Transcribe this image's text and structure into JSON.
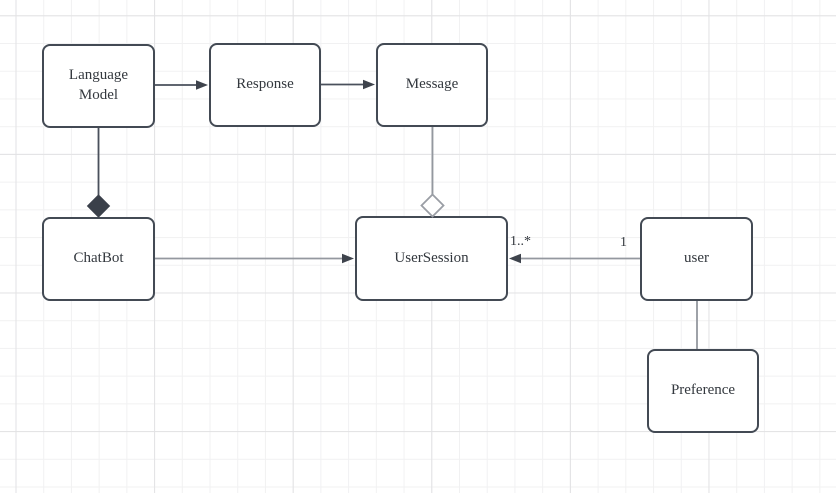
{
  "canvas": {
    "background": "#ffffff",
    "grid_minor_color": "#f1f1f2",
    "grid_major_color": "#e2e2e4"
  },
  "colors": {
    "node_border": "#434a54",
    "node_fill": "#ffffff",
    "text": "#33383e",
    "edge_dark": "#4a505c",
    "edge_light": "#94989f",
    "arrowhead": "#3e434c",
    "diamond_filled": "#3a404a",
    "diamond_hollow_stroke": "#9a9ea5",
    "diamond_hollow_fill": "#ffffff"
  },
  "diagram": {
    "nodes": [
      {
        "id": "language-model",
        "label": "Language Model"
      },
      {
        "id": "response",
        "label": "Response"
      },
      {
        "id": "message",
        "label": "Message"
      },
      {
        "id": "chatbot",
        "label": "ChatBot"
      },
      {
        "id": "user-session",
        "label": "UserSession"
      },
      {
        "id": "user",
        "label": "user"
      },
      {
        "id": "preference",
        "label": "Preference"
      }
    ],
    "edges": [
      {
        "from": "language-model",
        "to": "response",
        "type": "directed-arrow"
      },
      {
        "from": "response",
        "to": "message",
        "type": "directed-arrow"
      },
      {
        "from": "language-model",
        "to": "chatbot",
        "type": "composition-filled-diamond"
      },
      {
        "from": "message",
        "to": "user-session",
        "type": "aggregation-hollow-diamond"
      },
      {
        "from": "chatbot",
        "to": "user-session",
        "type": "directed-arrow"
      },
      {
        "from": "user",
        "to": "user-session",
        "type": "directed-arrow",
        "target_label": "1..*",
        "source_label": "1"
      },
      {
        "from": "user",
        "to": "preference",
        "type": "plain-line"
      }
    ]
  }
}
